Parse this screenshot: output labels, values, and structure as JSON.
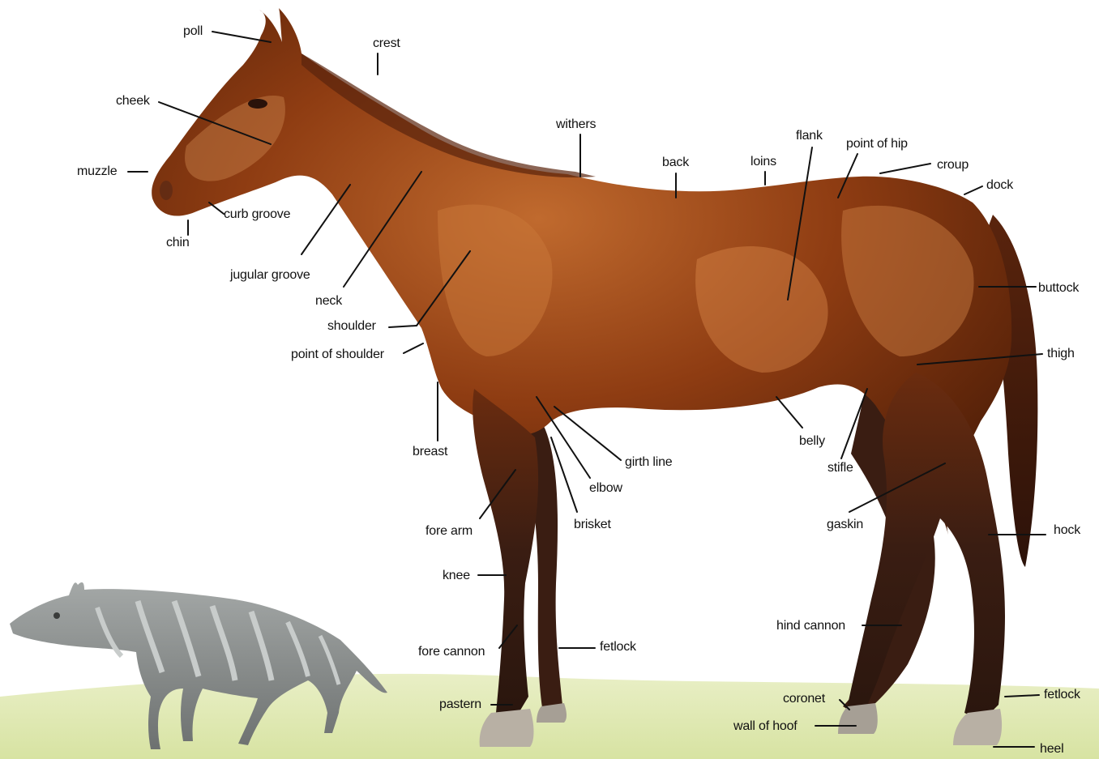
{
  "colors": {
    "horse_body": "#8e3c12",
    "horse_highlight": "#d9884a",
    "horse_shadow": "#4d1d07",
    "legs_dark": "#3a1d12",
    "hoof": "#b8b0a4",
    "tail": "#3d1a0c",
    "ground": "#d7e3a2",
    "eohippus": "#8e9291",
    "eohippus_stripe": "#c8cccb",
    "label_text": "#111111",
    "background": "#ffffff"
  },
  "labels": {
    "poll": "poll",
    "crest": "crest",
    "cheek": "cheek",
    "muzzle": "muzzle",
    "curb_groove": "curb groove",
    "chin": "chin",
    "jugular_groove": "jugular groove",
    "neck": "neck",
    "shoulder": "shoulder",
    "point_of_shoulder": "point of shoulder",
    "withers": "withers",
    "back": "back",
    "loins": "loins",
    "flank": "flank",
    "point_of_hip": "point of hip",
    "croup": "croup",
    "dock": "dock",
    "buttock": "buttock",
    "thigh": "thigh",
    "breast": "breast",
    "girth_line": "girth line",
    "belly": "belly",
    "stifle": "stifle",
    "elbow": "elbow",
    "fore_arm": "fore arm",
    "brisket": "brisket",
    "gaskin": "gaskin",
    "hock": "hock",
    "knee": "knee",
    "hind_cannon": "hind cannon",
    "fore_cannon": "fore cannon",
    "fetlock_fore": "fetlock",
    "pastern": "pastern",
    "coronet": "coronet",
    "fetlock_hind": "fetlock",
    "wall_of_hoof": "wall of hoof",
    "heel": "heel"
  }
}
